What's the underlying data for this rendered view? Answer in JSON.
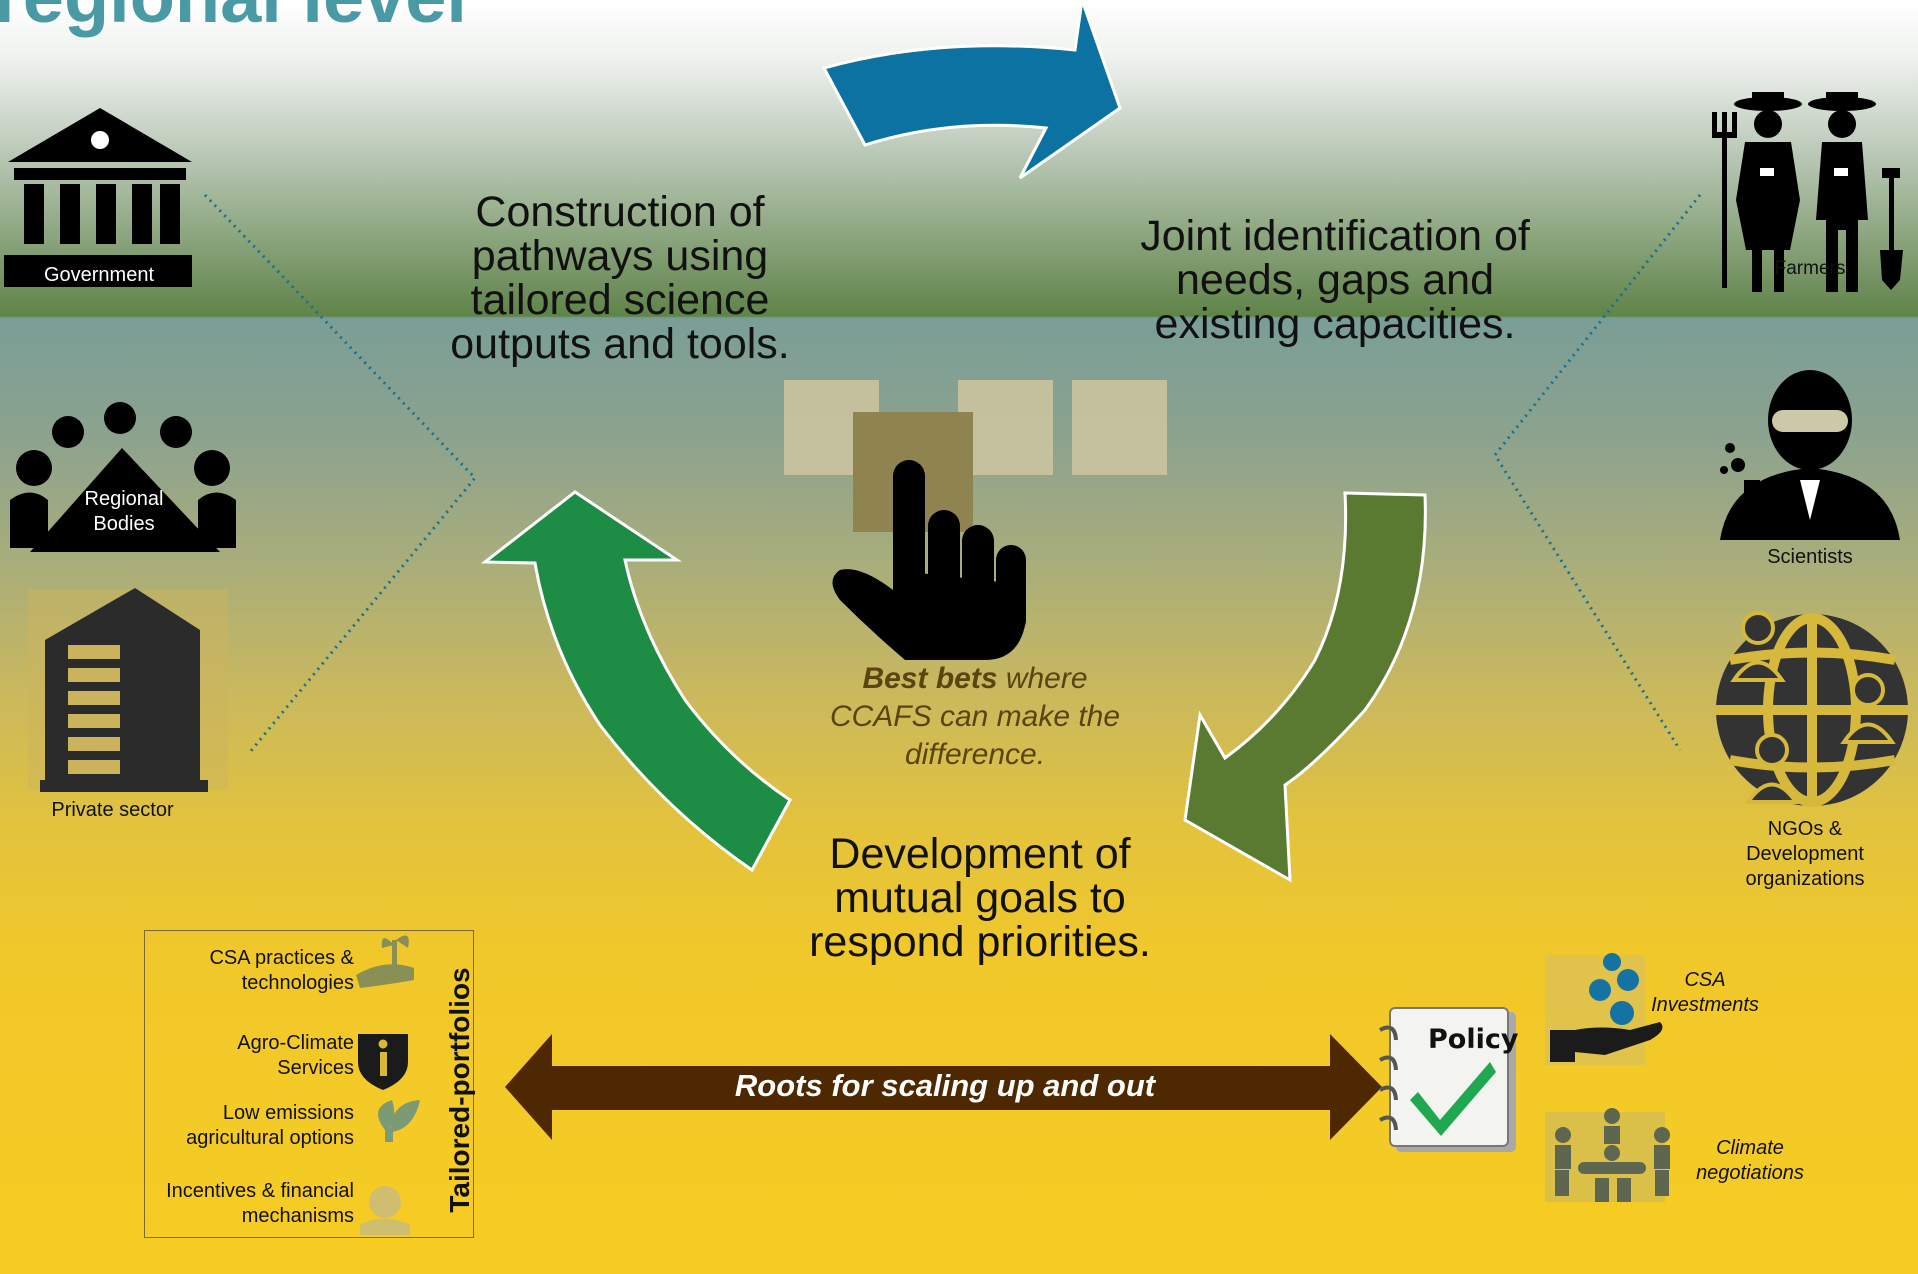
{
  "title": "regional level",
  "cycle": {
    "step_construction": [
      "Construction of",
      "pathways using",
      "tailored science",
      "outputs and tools."
    ],
    "step_joint": [
      "Joint identification of",
      "needs, gaps and",
      "existing capacities."
    ],
    "step_development": [
      "Development of",
      "mutual goals to",
      "respond priorities."
    ]
  },
  "best_bets": {
    "bold": "Best bets",
    "rest_line1": " where",
    "line2": "CCAFS can make the",
    "line3": "difference."
  },
  "actors_left": {
    "government": "Government",
    "regional_bodies": [
      "Regional",
      "Bodies"
    ],
    "private_sector": "Private sector"
  },
  "actors_right": {
    "farmers": "Farmers",
    "scientists": "Scientists",
    "ngos": [
      "NGOs &",
      "Development",
      "organizations"
    ]
  },
  "portfolio": {
    "vertical_label": "Tailored-portfolios",
    "items": [
      [
        "CSA practices &",
        "technologies"
      ],
      [
        "Agro-Climate",
        "Services"
      ],
      [
        "Low emissions",
        "agricultural options"
      ],
      [
        "Incentives & financial",
        "mechanisms"
      ]
    ]
  },
  "roots_arrow": "Roots for scaling up and out",
  "outputs": {
    "policy": "Policy",
    "csa_investments": [
      "CSA",
      "Investments"
    ],
    "climate_negotiations": [
      "Climate",
      "negotiations"
    ]
  },
  "colors": {
    "arrow_blue": "#0c72a1",
    "arrow_green": "#1d8c45",
    "arrow_olive": "#5a7a31",
    "roots_brown": "#4e2800",
    "title_teal": "#4a9aa6"
  },
  "icons": [
    "government-icon",
    "regional-bodies-icon",
    "private-sector-icon",
    "farmers-icon",
    "scientist-icon",
    "ngo-globe-icon",
    "pointing-hand-icon",
    "seedling-hand-icon",
    "info-shield-icon",
    "leaf-icon",
    "money-hand-icon",
    "policy-notebook-icon",
    "meeting-table-icon"
  ]
}
